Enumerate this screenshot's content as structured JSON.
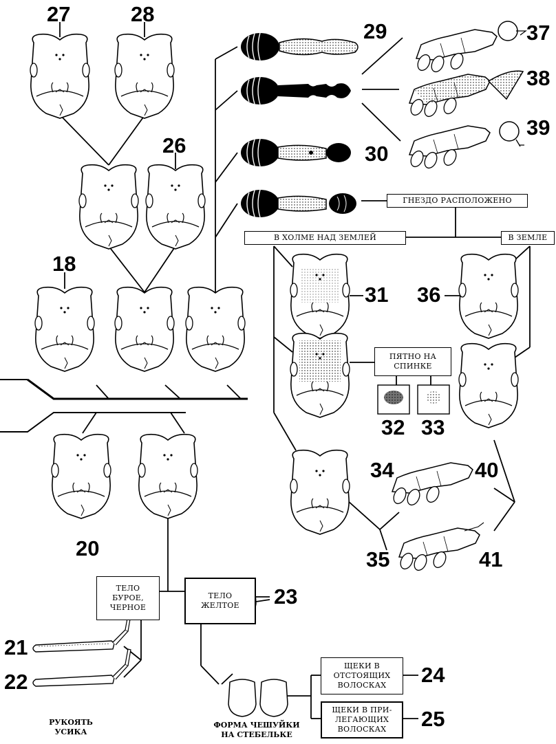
{
  "numbers": {
    "n18": "18",
    "n20": "20",
    "n21": "21",
    "n22": "22",
    "n23": "23",
    "n24": "24",
    "n25": "25",
    "n26": "26",
    "n27": "27",
    "n28": "28",
    "n29": "29",
    "n30": "30",
    "n31": "31",
    "n32": "32",
    "n33": "33",
    "n34": "34",
    "n35": "35",
    "n36": "36",
    "n37": "37",
    "n38": "38",
    "n39": "39",
    "n40": "40",
    "n41": "41"
  },
  "boxes": {
    "nest": "ГНЕЗДО РАСПОЛОЖЕНО",
    "mound": "В ХОЛМЕ НАД ЗЕМЛЕЙ",
    "ground": "В ЗЕМЛЕ",
    "spot": "ПЯТНО НА\nСПИНКЕ",
    "body_brown": "ТЕЛО\nБУРОЕ,\nЧЕРНОЕ",
    "body_yellow": "ТЕЛО\nЖЕЛТОЕ",
    "cheeks_standing": "ЩЕКИ В\nОТСТОЯЩИХ\nВОЛОСКАХ",
    "cheeks_adjacent": "ЩЕКИ В ПРИ-\nЛЕГАЮЩИХ\nВОЛОСКАХ"
  },
  "captions": {
    "antenna": "РУКОЯТЬ\nУСИКА",
    "scale": "ФОРМА ЧЕШУЙКИ\nНА СТЕБЕЛЬКЕ"
  },
  "colors": {
    "ink": "#000000",
    "paper": "#ffffff"
  }
}
